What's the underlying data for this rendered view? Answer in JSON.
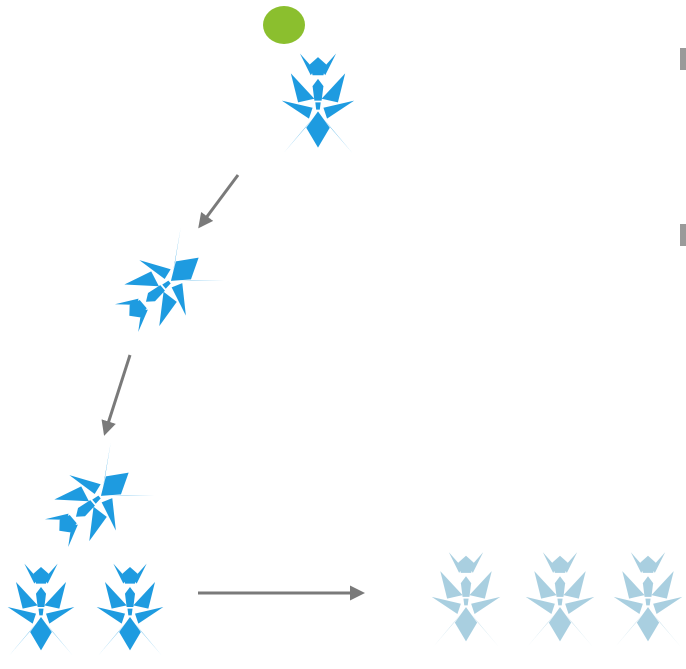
{
  "colors": {
    "ant_active": "#1e9be0",
    "ant_faded": "#a9cfe0",
    "food": "#8bbf2e",
    "arrow": "#7a7a7a",
    "edge_marker": "#9a9a9a"
  },
  "icons": {
    "food": "food-dot-icon",
    "ant": "ant-icon",
    "arrow": "arrow-icon"
  },
  "diagram": {
    "food_count": 1,
    "path_ant_count": 3,
    "group_ant_count": 2,
    "faded_ant_count": 3
  }
}
